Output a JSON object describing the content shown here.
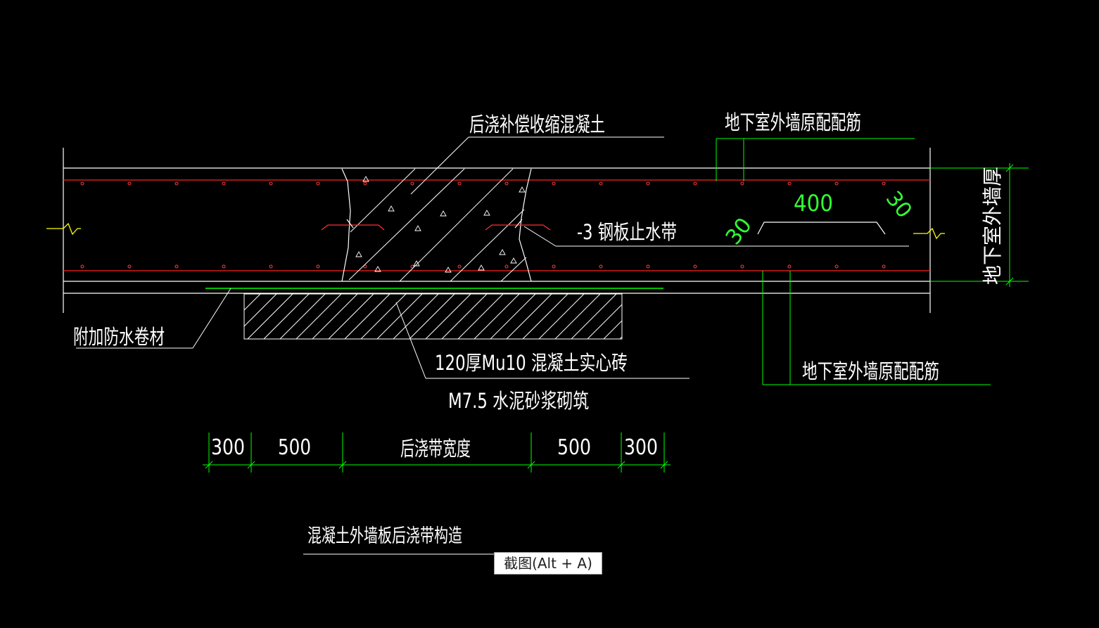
{
  "labels": {
    "post_pour_concrete": "后浇补偿收缩混凝土",
    "wall_rebar_top": "地下室外墙原配配筋",
    "steel_waterstop": "-3 钢板止水带",
    "dim_400": "400",
    "dim_30_left": "30",
    "dim_30_right": "30",
    "wall_thickness": "地下室外墙厚",
    "waterproof_membrane": "附加防水卷材",
    "brick_line1": "120厚Mu10 混凝土实心砖",
    "brick_line2": "M7.5 水泥砂浆砌筑",
    "wall_rebar_bottom": "地下室外墙原配配筋",
    "dim_300_left": "300",
    "dim_500_left": "500",
    "dim_band_width": "后浇带宽度",
    "dim_500_right": "500",
    "dim_300_right": "300",
    "drawing_title": "混凝土外墙板后浇带构造"
  },
  "tooltip": {
    "text": "截图(Alt + A)"
  },
  "colors": {
    "background": "#000000",
    "line_white": "#ffffff",
    "rebar_red": "#ff2020",
    "dim_green": "#00ff00",
    "text_green": "#33ff33",
    "break_yellow": "#ffff00"
  }
}
